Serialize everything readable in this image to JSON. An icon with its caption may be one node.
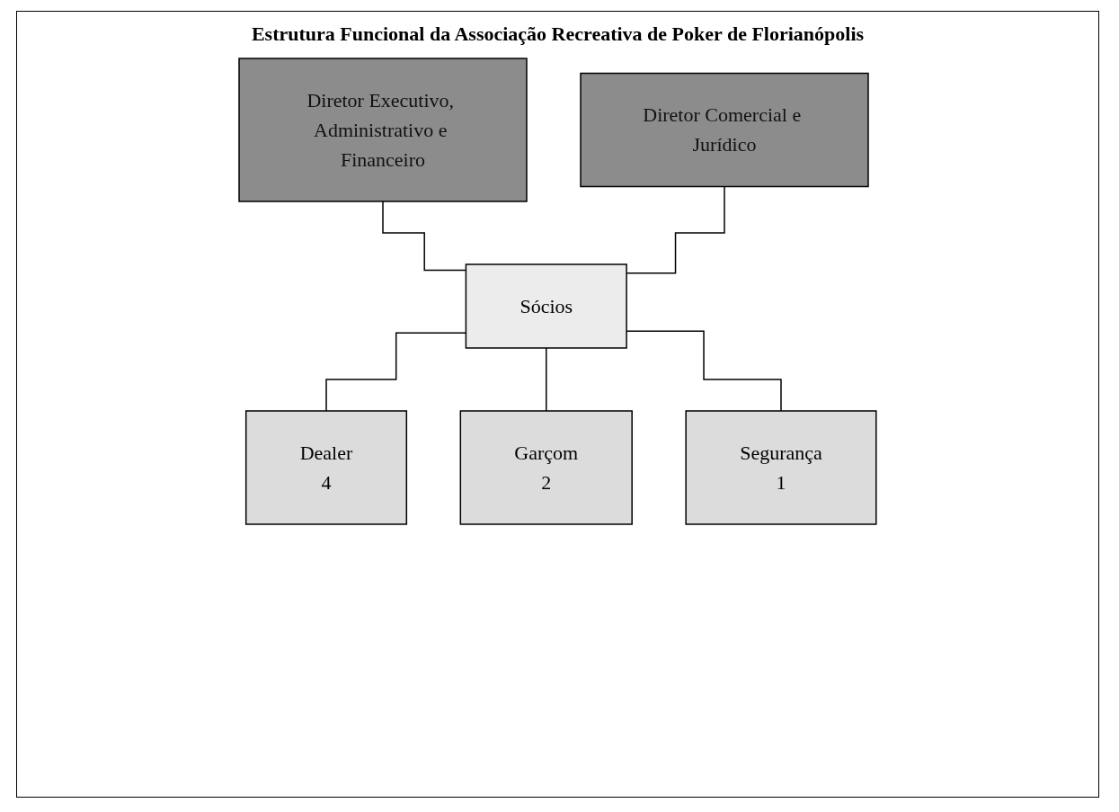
{
  "diagram": {
    "title": "Estrutura Funcional da Associação Recreativa de Poker de Florianópolis",
    "nodes": [
      {
        "text": [
          "Diretor Executivo, Administrativo e Financeiro"
        ]
      },
      {
        "text": [
          "Diretor Comercial e Jurídico"
        ]
      },
      {
        "text": [
          "Sócios"
        ]
      },
      {
        "text": [
          "Dealer",
          "4"
        ]
      },
      {
        "text": [
          "Garçom",
          "2"
        ]
      },
      {
        "text": [
          "Segurança",
          "1"
        ]
      }
    ],
    "edges": [
      {
        "from": 0,
        "to": 2,
        "arrow": "none"
      },
      {
        "from": 1,
        "to": 2,
        "arrow": "none"
      },
      {
        "from": 2,
        "to": 3,
        "arrow": "none"
      },
      {
        "from": 2,
        "to": 4,
        "arrow": "none"
      },
      {
        "from": 2,
        "to": 5,
        "arrow": "none"
      }
    ]
  }
}
